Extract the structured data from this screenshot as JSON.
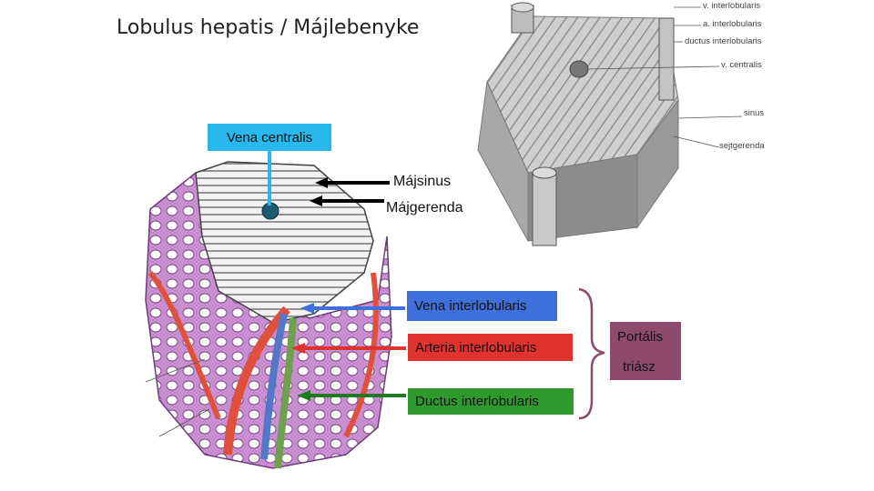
{
  "title": "Lobulus hepatis / Májlebenyke",
  "labels": {
    "vena_centralis": "Vena centralis",
    "majsinus": "Májsinus",
    "majgerenda": "Májgerenda",
    "vena_interlobularis": "Vena interlobularis",
    "arteria_interlobularis": "Arteria interlobularis",
    "ductus_interlobularis": "Ductus interlobularis",
    "portalis": "Portális",
    "triasz": "triász"
  },
  "schematic_labels": {
    "v_interlobularis": "v. interlobularis",
    "a_interlobularis": "a. interlobularis",
    "ductus_interlobularis": "ductus interlobularis",
    "v_centralis": "v. centralis",
    "sinus": "sinus",
    "sejtgerenda": "sejtgerenda"
  },
  "colors": {
    "vena_centralis": "#29b8ec",
    "vena_interlobularis": "#3f6fd8",
    "arteria_interlobularis": "#e0322e",
    "ductus_interlobularis": "#2e9a2e",
    "portalis_triasz": "#8e4a6e"
  }
}
